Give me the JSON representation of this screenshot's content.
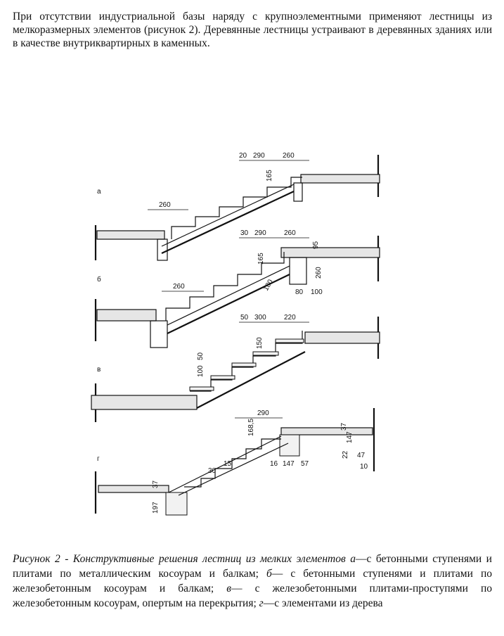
{
  "intro": "При отсутствии индустриальной базы наряду с крупноэлементными применяют лестницы из мелкоразмерных элементов (рисунок 2). Деревянные лестницы устраивают в деревянных зданиях или в качестве внутриквартирных в каменных.",
  "figure": {
    "variant_a": {
      "label": "а",
      "dims": [
        "20",
        "290",
        "260",
        "165",
        "260"
      ]
    },
    "variant_b": {
      "label": "б",
      "dims": [
        "30",
        "290",
        "260",
        "95",
        "165",
        "180",
        "260",
        "80",
        "100",
        "260"
      ]
    },
    "variant_v": {
      "label": "в",
      "dims": [
        "50",
        "300",
        "220",
        "150",
        "100",
        "50"
      ]
    },
    "variant_g": {
      "label": "г",
      "dims": [
        "290",
        "168,5",
        "37",
        "15",
        "30",
        "16",
        "147",
        "57",
        "22",
        "147",
        "47",
        "10",
        "37",
        "197"
      ]
    }
  },
  "caption": {
    "lead": "Рисунок 2 - Конструктивные решения лестниц из мелких элементов",
    "a_letter": "а",
    "a_text": "—с бетонными ступенями и плитами по металлическим косоурам и балкам;",
    "b_letter": "б",
    "b_text": "— с бетонными ступенями и плитами по железобетонным косоурам и балкам;",
    "v_letter": "в",
    "v_text": "— с железобетонными плитами-проступями по железобетонным косоурам, опертым на перекрытия;",
    "g_letter": "г",
    "g_text": "—с элементами из дерева"
  }
}
